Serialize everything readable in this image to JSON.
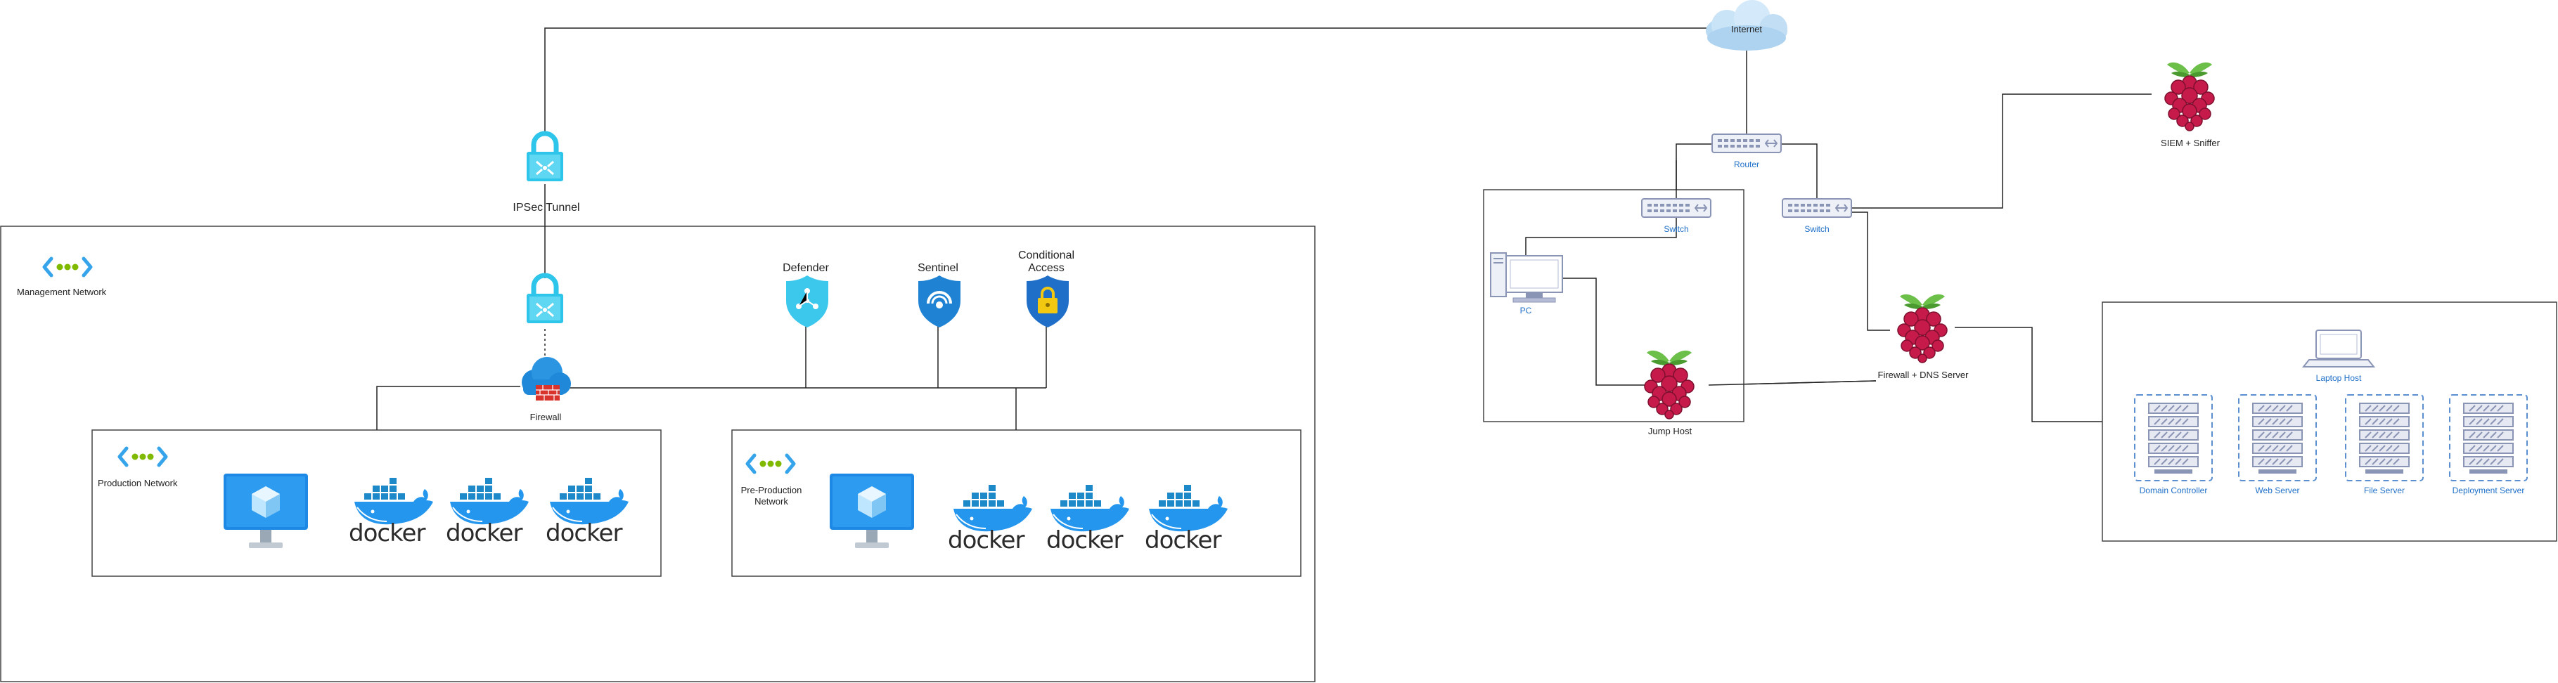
{
  "labels": {
    "internet": "Internet",
    "ipsec_tunnel": "IPSec Tunnel",
    "management_network": "Management Network",
    "firewall": "Firewall",
    "defender": "Defender",
    "sentinel": "Sentinel",
    "conditional_access_line1": "Conditional",
    "conditional_access_line2": "Access",
    "production_network": "Production Network",
    "preproduction_line1": "Pre-Production",
    "preproduction_line2": "Network",
    "docker": "docker",
    "router": "Router",
    "switch_left": "Switch",
    "switch_right": "Switch",
    "pc": "PC",
    "jump_host": "Jump Host",
    "firewall_dns": "Firewall + DNS Server",
    "siem": "SIEM + Sniffer",
    "laptop_host": "Laptop Host",
    "domain_controller": "Domain Controller",
    "web_server": "Web Server",
    "file_server": "File Server",
    "deployment_server": "Deployment Server"
  },
  "colors": {
    "azure_blue": "#1e6fc8",
    "cyan": "#2ec5ea",
    "docker_blue": "#2496ed",
    "raspberry_red": "#c51a4a",
    "leaf_green": "#6cc04a",
    "device_gray": "#9aa4c4"
  },
  "icons": {
    "cloud": "cloud-icon",
    "lock": "vpn-lock-icon",
    "vnet": "virtual-network-icon",
    "firewall": "firewall-cloud-icon",
    "shield": "shield-icon",
    "vm": "virtual-machine-icon",
    "docker": "docker-whale-icon",
    "switch": "network-switch-icon",
    "raspberry": "raspberry-pi-icon",
    "pc": "desktop-pc-icon",
    "laptop": "laptop-icon",
    "server": "server-rack-icon"
  }
}
